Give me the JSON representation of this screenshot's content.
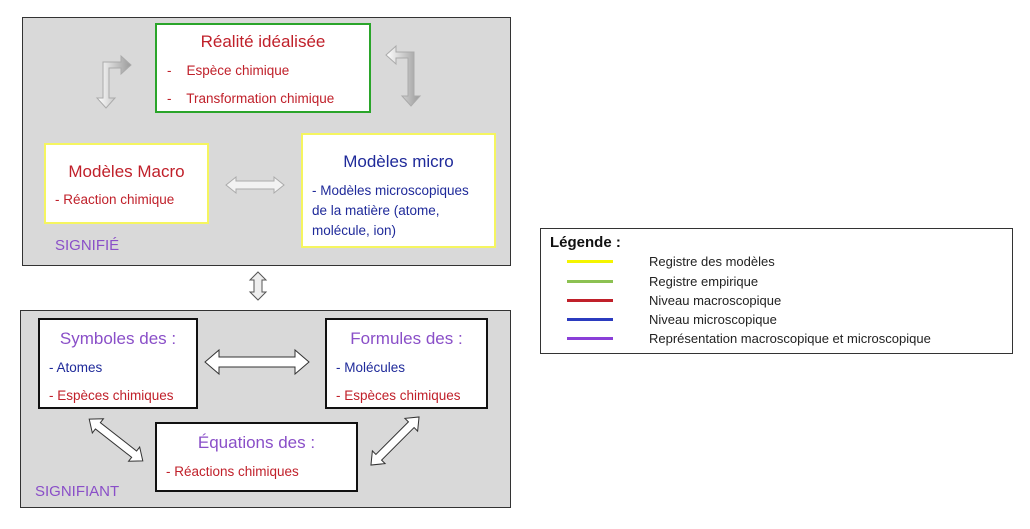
{
  "signifie": {
    "label": "SIGNIFIÉ",
    "realite": {
      "title": "Réalité idéalisée",
      "items": [
        "-    Espèce chimique",
        "-    Transformation chimique"
      ]
    },
    "macro": {
      "title": "Modèles Macro",
      "items": [
        "- Réaction chimique"
      ]
    },
    "micro": {
      "title": "Modèles micro",
      "lines": [
        "- Modèles microscopiques",
        "de la matière (atome,",
        "molécule, ion)"
      ]
    }
  },
  "signifiant": {
    "label": "SIGNIFIANT",
    "symboles": {
      "title": "Symboles des :",
      "items": [
        "- Atomes",
        "- Espèces chimiques"
      ]
    },
    "formules": {
      "title": "Formules des :",
      "items": [
        "- Molécules",
        "- Espèces chimiques"
      ]
    },
    "equations": {
      "title": "Équations des :",
      "items": [
        "- Réactions chimiques"
      ]
    }
  },
  "legend": {
    "title": "Légende :",
    "entries": [
      {
        "label": "Registre des modèles",
        "color": "#f5f500"
      },
      {
        "label": "Registre empirique",
        "color": "#8cc152"
      },
      {
        "label": "Niveau macroscopique",
        "color": "#c0202a"
      },
      {
        "label": "Niveau microscopique",
        "color": "#2b3bbf"
      },
      {
        "label": "Représentation macroscopique et microscopique",
        "color": "#8a3fd8"
      }
    ]
  }
}
